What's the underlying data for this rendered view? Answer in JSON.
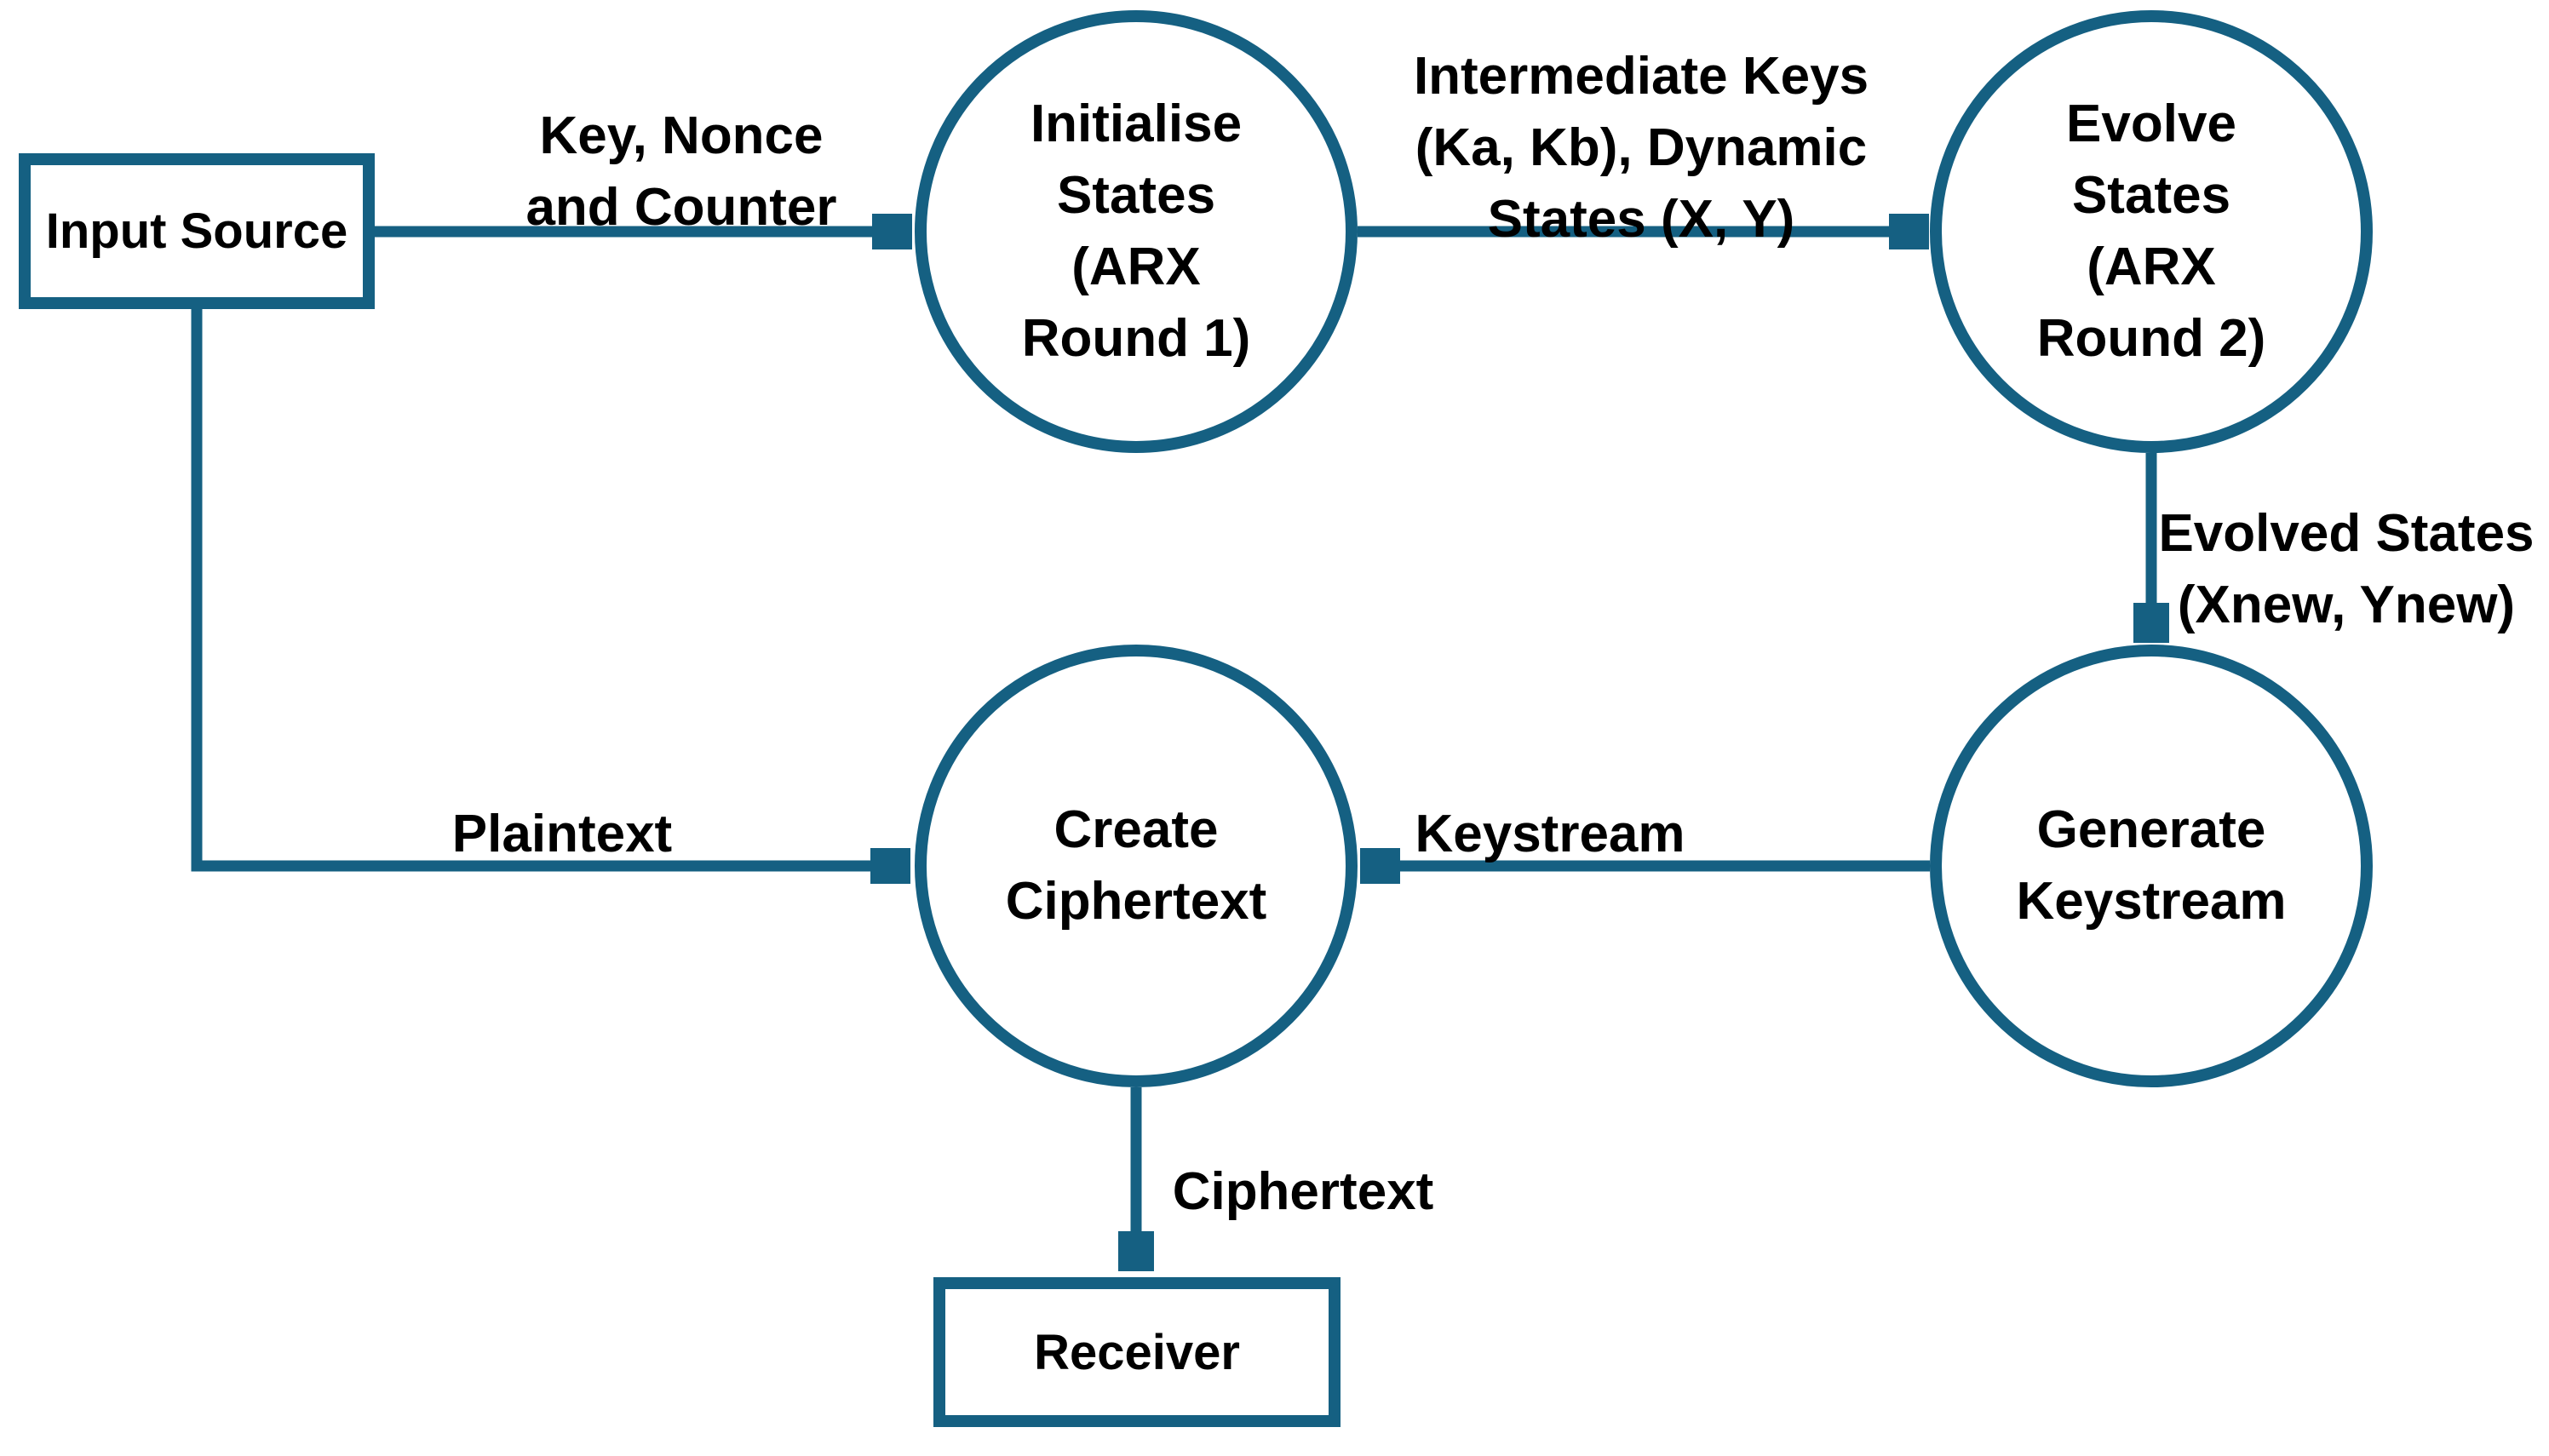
{
  "diagram": {
    "accent_color": "#156082",
    "text_color": "#000000",
    "background_color": "#ffffff",
    "nodes": {
      "input_source": {
        "label": "Input Source",
        "shape": "rectangle"
      },
      "initialise_states": {
        "label": "Initialise\nStates\n(ARX\nRound 1)",
        "shape": "circle"
      },
      "evolve_states": {
        "label": "Evolve\nStates\n(ARX\nRound 2)",
        "shape": "circle"
      },
      "generate_keystream": {
        "label": "Generate\nKeystream",
        "shape": "circle"
      },
      "create_ciphertext": {
        "label": "Create\nCiphertext",
        "shape": "circle"
      },
      "receiver": {
        "label": "Receiver",
        "shape": "rectangle"
      }
    },
    "edges": {
      "key_nonce_counter": {
        "label": "Key, Nonce\nand Counter",
        "from": "input_source",
        "to": "initialise_states"
      },
      "intermediate_keys": {
        "label": "Intermediate Keys\n(Ka, Kb), Dynamic\nStates (X, Y)",
        "from": "initialise_states",
        "to": "evolve_states"
      },
      "evolved_states": {
        "label": "Evolved States\n(Xnew, Ynew)",
        "from": "evolve_states",
        "to": "generate_keystream"
      },
      "keystream": {
        "label": "Keystream",
        "from": "generate_keystream",
        "to": "create_ciphertext"
      },
      "plaintext": {
        "label": "Plaintext",
        "from": "input_source",
        "to": "create_ciphertext"
      },
      "ciphertext": {
        "label": "Ciphertext",
        "from": "create_ciphertext",
        "to": "receiver"
      }
    }
  }
}
